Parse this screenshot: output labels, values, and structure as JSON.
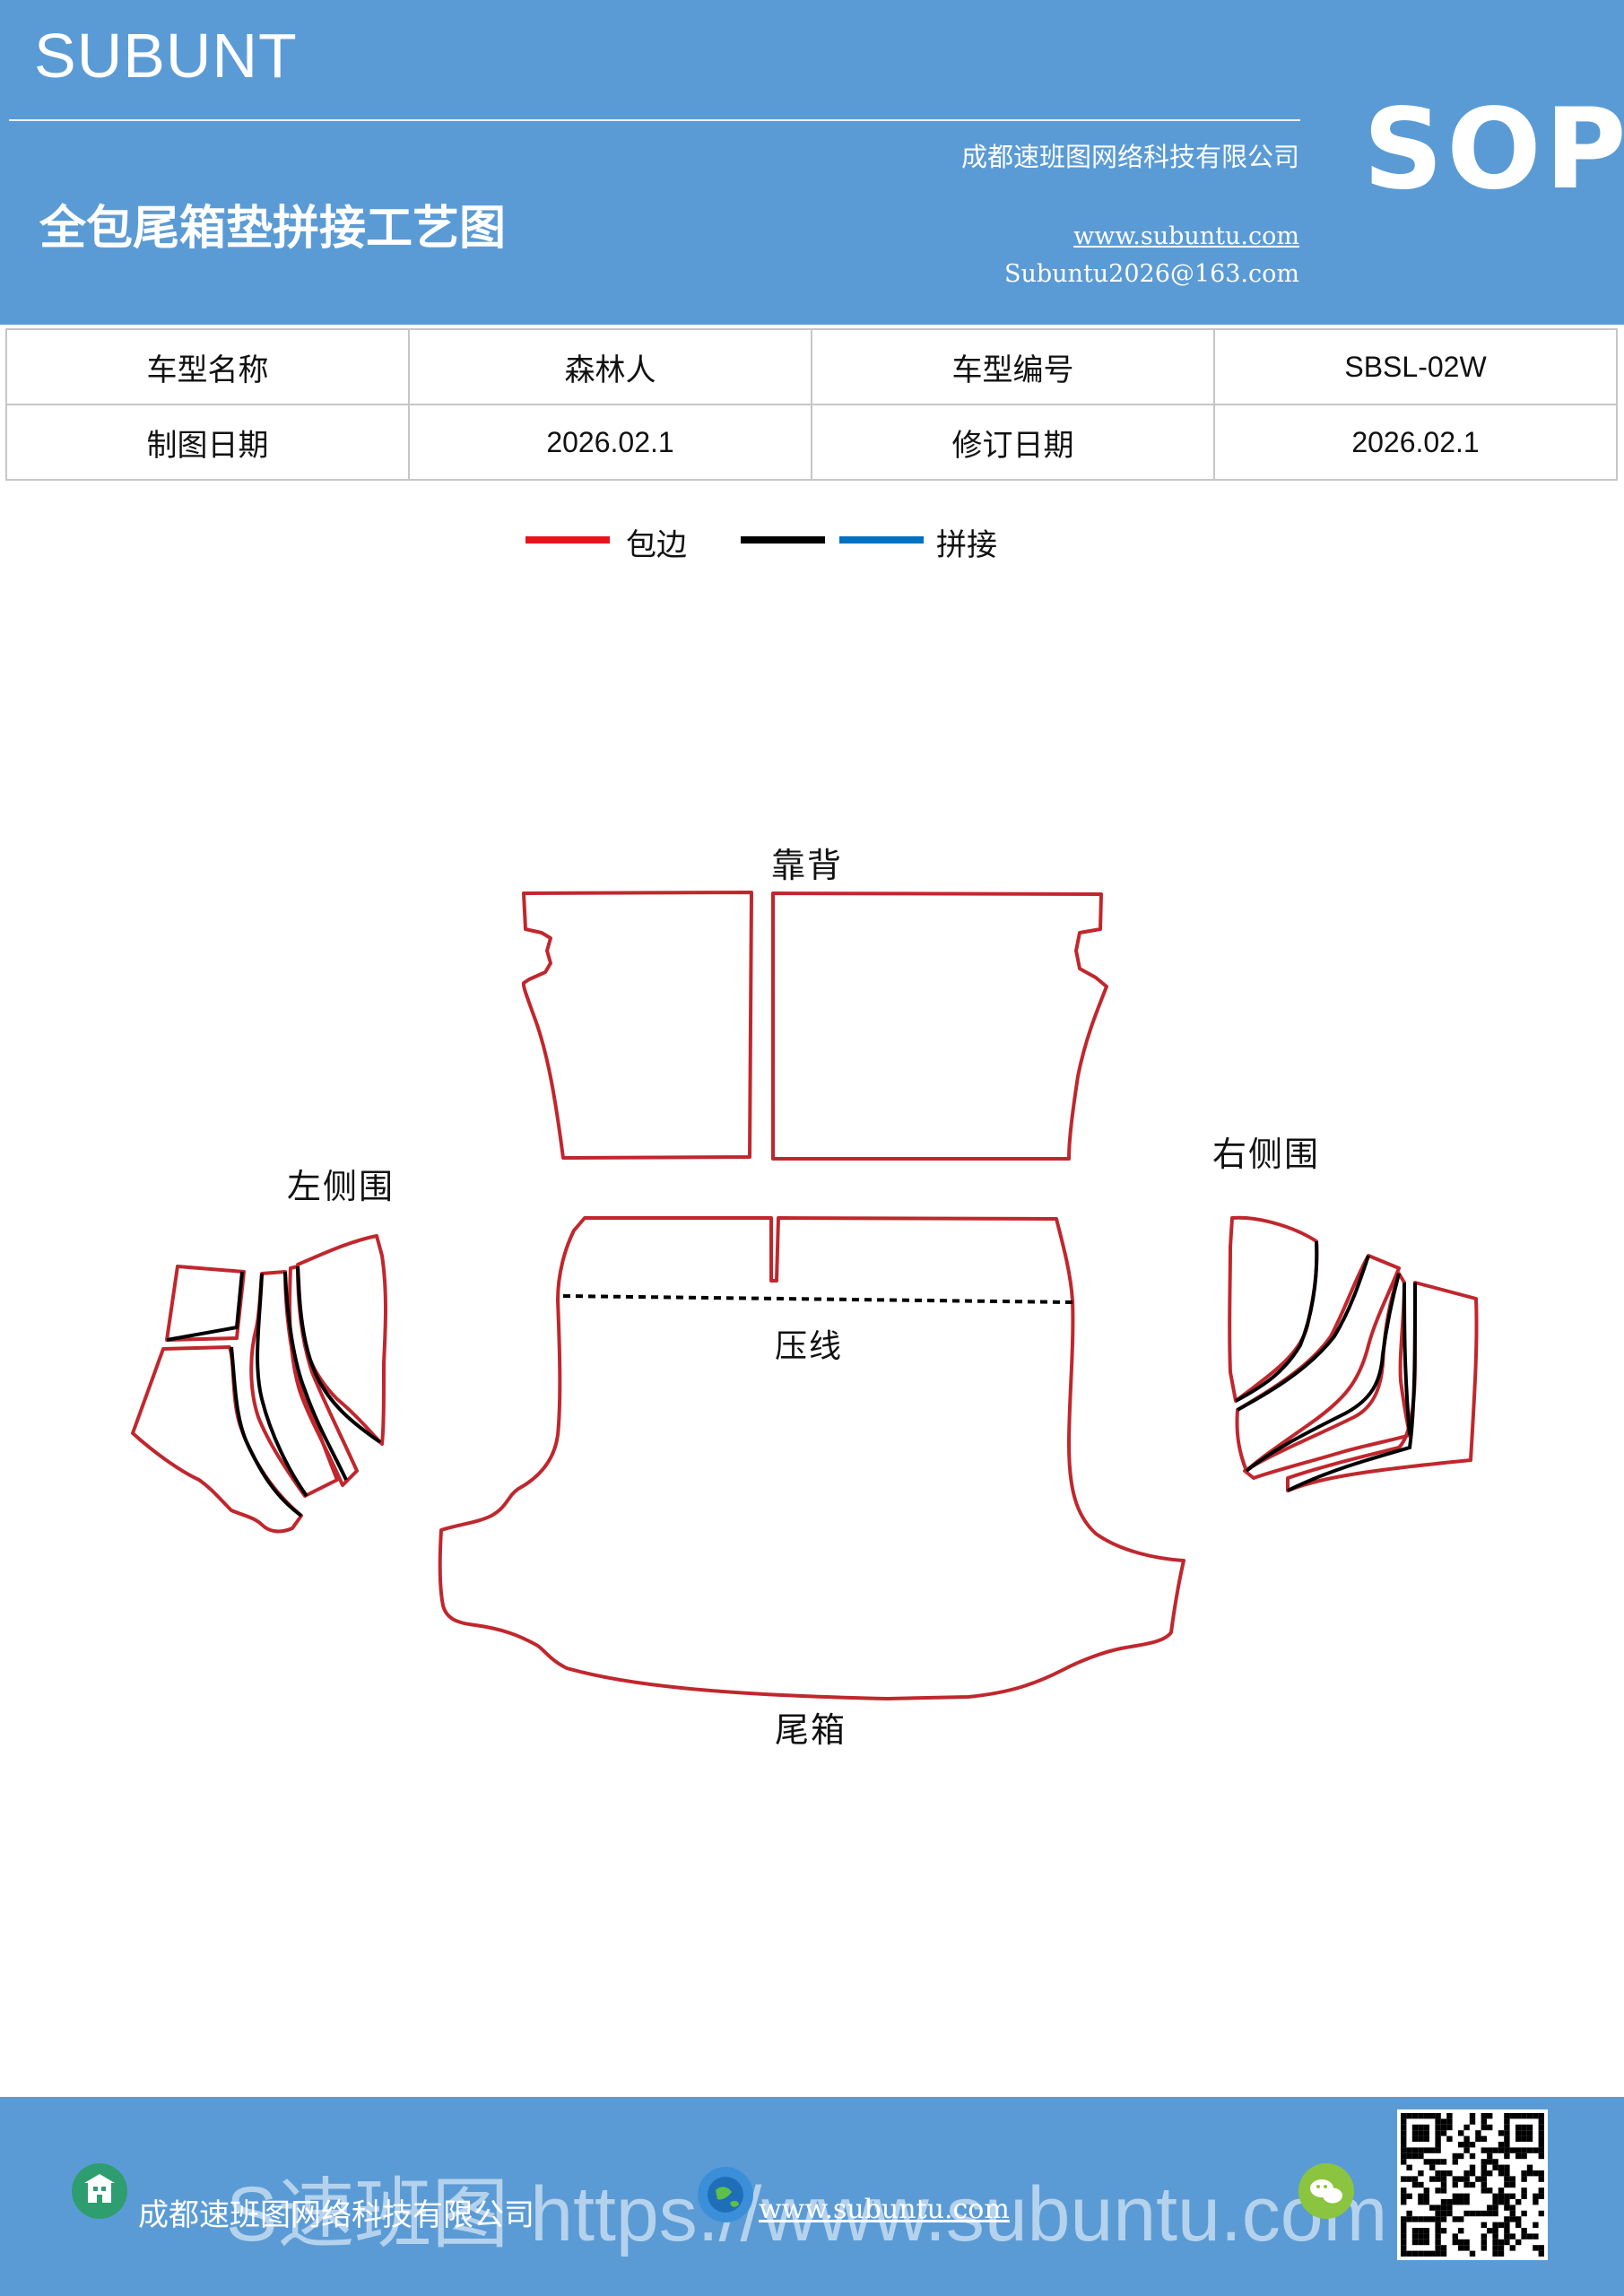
{
  "header": {
    "brand": "SUBUNT",
    "title": "全包尾箱垫拼接工艺图",
    "company": "成都速班图网络科技有限公司",
    "website": "www.subuntu.com",
    "email": "Subuntu2026@163.com",
    "badge": "SOP"
  },
  "info": {
    "model_name_label": "车型名称",
    "model_name": "森林人",
    "model_code_label": "车型编号",
    "model_code": "SBSL-02W",
    "draw_date_label": "制图日期",
    "draw_date": "2026.02.1",
    "revise_date_label": "修订日期",
    "revise_date": "2026.02.1"
  },
  "legend": {
    "edge_label": "包边",
    "splice_label": "拼接",
    "edge_color": "#e8141b",
    "splice_black": "#000000",
    "splice_blue": "#0070c0"
  },
  "diagram": {
    "backrest": "靠背",
    "left_side": "左侧围",
    "right_side": "右侧围",
    "crease": "压线",
    "trunk": "尾箱",
    "outline_color": "#c0272d"
  },
  "footer": {
    "company": "成都速班图网络科技有限公司",
    "website": "www.subuntu.com",
    "watermark": "S速班图 https://www.subuntu.com"
  }
}
